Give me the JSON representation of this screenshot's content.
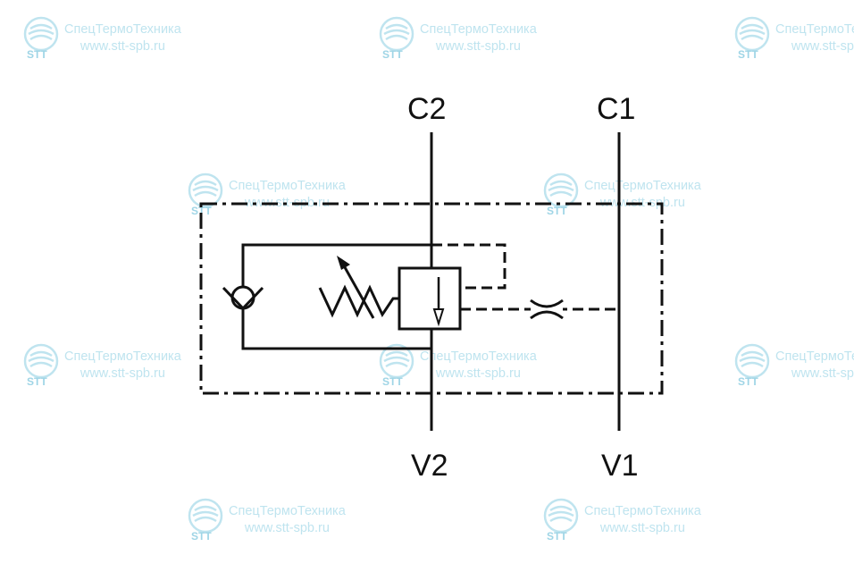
{
  "ports": {
    "c2": "C2",
    "c1": "C1",
    "v2": "V2",
    "v1": "V1"
  },
  "watermark": {
    "company": "СпецТермоТехника",
    "url": "www.stt-spb.ru",
    "brand": "STT"
  },
  "colors": {
    "line": "#111111",
    "watermark": "#bfe4ef"
  },
  "symbols": [
    "check-valve",
    "adjustable-spring",
    "relief-valve-spool",
    "flow-restrictor"
  ]
}
